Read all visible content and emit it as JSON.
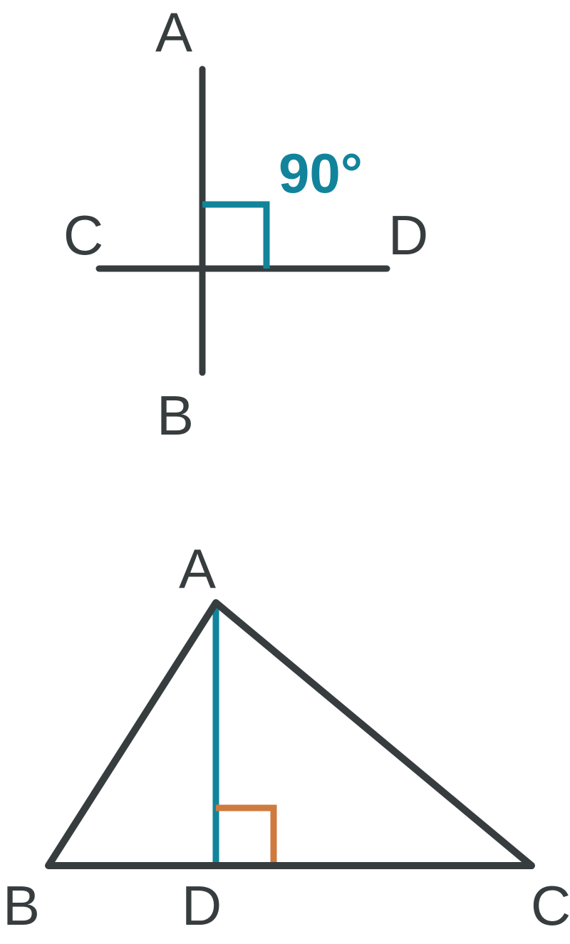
{
  "colors": {
    "line": "#373d3f",
    "right_angle_mark_1": "#11849b",
    "altitude": "#11849b",
    "right_angle_mark_2": "#cf7a3e",
    "angle_label": "#11849b"
  },
  "figure1": {
    "labels": {
      "a": "A",
      "b": "B",
      "c": "C",
      "d": "D"
    },
    "angle_label": "90°"
  },
  "figure2": {
    "labels": {
      "a": "A",
      "b": "B",
      "c": "C",
      "d": "D"
    }
  }
}
